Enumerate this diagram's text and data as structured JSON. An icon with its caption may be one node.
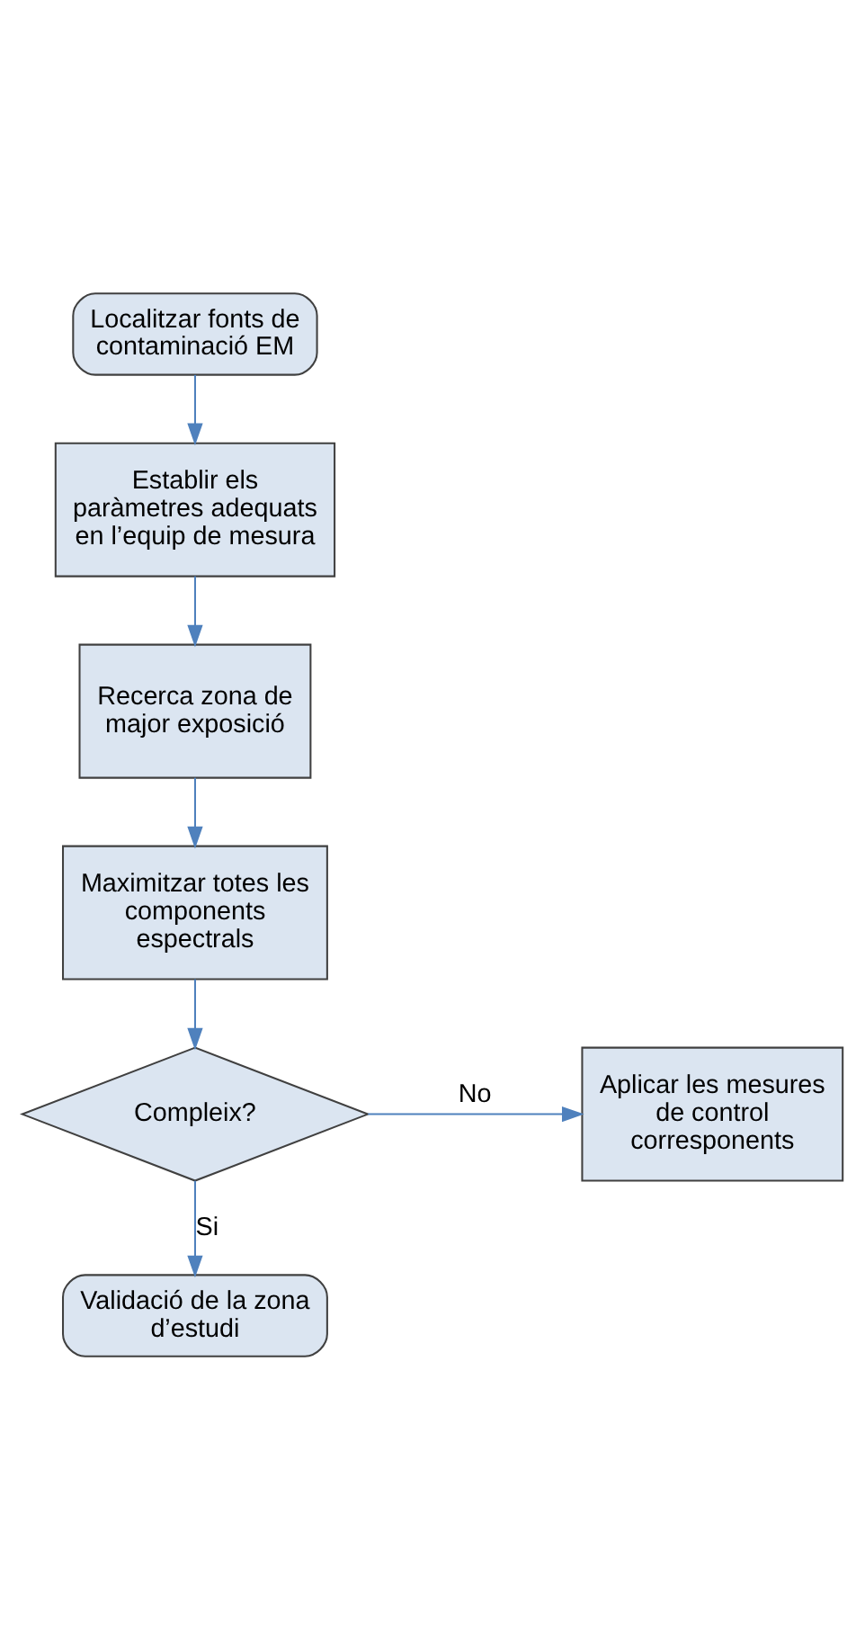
{
  "diagram": {
    "nodes": [
      {
        "text": [
          "Localitzar fonts de contaminació EM"
        ]
      },
      {
        "text": [
          "Establir els paràmetres adequats en l’equip de mesura"
        ]
      },
      {
        "text": [
          "Recerca zona de major exposició"
        ]
      },
      {
        "text": [
          "Maximitzar totes les components espectrals"
        ]
      },
      {
        "text": [
          "Compleix?"
        ]
      },
      {
        "text": [
          "Aplicar les mesures de control corresponents"
        ]
      },
      {
        "text": [
          "Validació de la zona d’estudi"
        ]
      }
    ],
    "edges": [
      {
        "from": 0,
        "to": 1,
        "arrow": "to"
      },
      {
        "from": 1,
        "to": 2,
        "arrow": "to"
      },
      {
        "from": 2,
        "to": 3,
        "arrow": "to"
      },
      {
        "from": 3,
        "to": 4,
        "arrow": "to"
      },
      {
        "from": 4,
        "to": 5,
        "arrow": "to",
        "label": "No"
      },
      {
        "from": 4,
        "to": 6,
        "arrow": "to",
        "label": "Si"
      }
    ]
  }
}
